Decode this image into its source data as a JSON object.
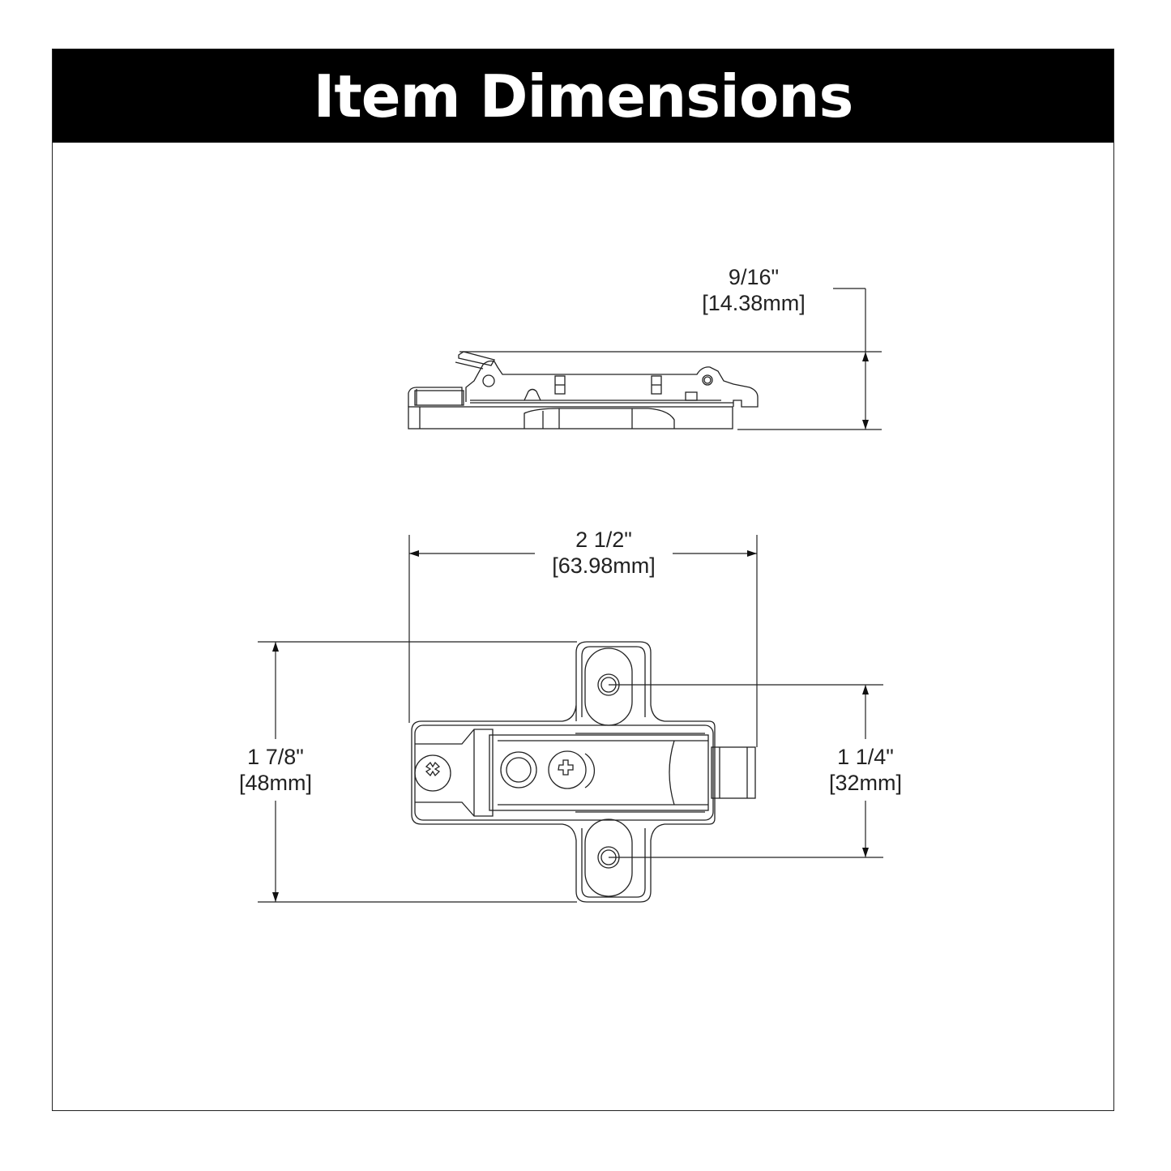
{
  "header": {
    "title": "Item Dimensions"
  },
  "views": {
    "side_view": {
      "height_dimension": {
        "imperial": "9/16\"",
        "metric": "[14.38mm]"
      }
    },
    "top_view": {
      "width_dimension": {
        "imperial": "2 1/2\"",
        "metric": "[63.98mm]"
      },
      "overall_height_dimension": {
        "imperial": "1 7/8\"",
        "metric": "[48mm]"
      },
      "hole_spacing_dimension": {
        "imperial": "1 1/4\"",
        "metric": "[32mm]"
      }
    }
  },
  "colors": {
    "header_bg": "#000000",
    "header_text": "#ffffff",
    "line": "#222222",
    "background": "#ffffff"
  }
}
